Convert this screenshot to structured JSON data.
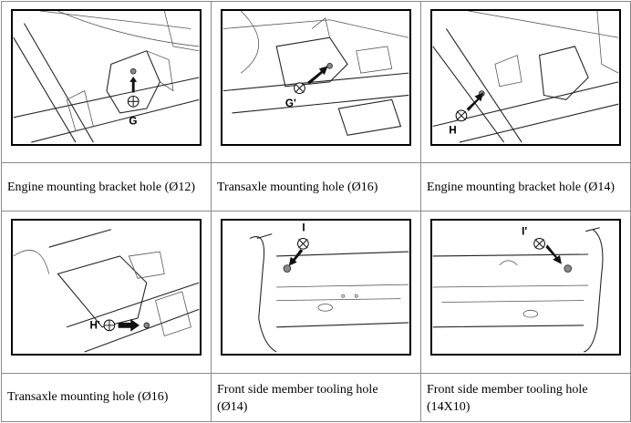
{
  "cells": [
    {
      "caption": "Engine mounting bracket hole (Ø12)",
      "callout": "G"
    },
    {
      "caption": "Transaxle mounting hole (Ø16)",
      "callout": "G'"
    },
    {
      "caption": "Engine mounting bracket hole (Ø14)",
      "callout": "H"
    },
    {
      "caption": "Transaxle mounting hole (Ø16)",
      "callout": "H'"
    },
    {
      "caption_line1": "Front side member tooling hole",
      "caption_line2": "(Ø14)",
      "callout": "I"
    },
    {
      "caption_line1": "Front side member tooling hole",
      "caption_line2": "(14X10)",
      "callout": "I'"
    }
  ]
}
